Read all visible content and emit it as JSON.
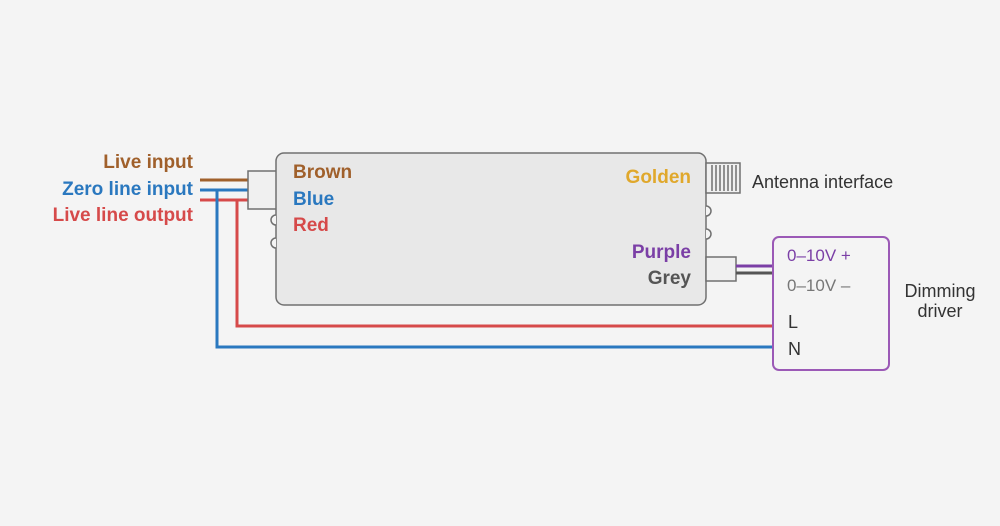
{
  "colors": {
    "background": "#f4f4f4",
    "brown": "#a0602b",
    "blue": "#2a78bf",
    "red": "#d64a4a",
    "golden": "#e0a82c",
    "purple": "#7b3fa6",
    "grey": "#555555",
    "driver_border": "#9b59b6",
    "dark_text": "#333333",
    "module_fill": "#e8e8e8",
    "module_border": "#707070"
  },
  "input_labels": {
    "live_input": "Live input",
    "zero_line_input": "Zero line input",
    "live_line_output": "Live line output"
  },
  "module": {
    "brown": "Brown",
    "blue": "Blue",
    "red": "Red",
    "golden": "Golden",
    "purple": "Purple",
    "grey": "Grey"
  },
  "antenna_label": "Antenna interface",
  "driver": {
    "title_line1": "Dimming",
    "title_line2": "driver",
    "terminal_plus": "0–10V +",
    "terminal_minus": "0–10V –",
    "terminal_l": "L",
    "terminal_n": "N"
  }
}
